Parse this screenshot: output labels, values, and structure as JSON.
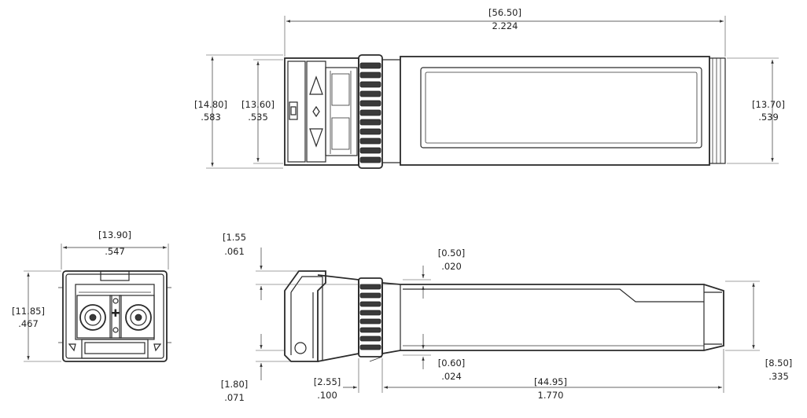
{
  "dimensions": {
    "top_length_mm": "[56.50]",
    "top_length_in": "2.224",
    "top_left_outer_mm": "[14.80]",
    "top_left_outer_in": ".583",
    "top_left_inner_mm": "[13.60]",
    "top_left_inner_in": ".535",
    "top_right_height_mm": "[13.70]",
    "top_right_height_in": ".539",
    "front_width_mm": "[13.90]",
    "front_width_in": ".547",
    "front_height_mm": "[11.85]",
    "front_height_in": ".467",
    "side_top_offset_mm": "[1.55",
    "side_top_offset_in": ".061",
    "side_bottom_offset_mm": "[1.80]",
    "side_bottom_offset_in": ".071",
    "side_upper_step_mm": "[0.50]",
    "side_upper_step_in": ".020",
    "side_lower_step_mm": "[0.60]",
    "side_lower_step_in": ".024",
    "side_ring_mm": "[2.55]",
    "side_ring_in": ".100",
    "side_body_length_mm": "[44.95]",
    "side_body_length_in": "1.770",
    "side_right_height_mm": "[8.50]",
    "side_right_height_in": ".335"
  }
}
